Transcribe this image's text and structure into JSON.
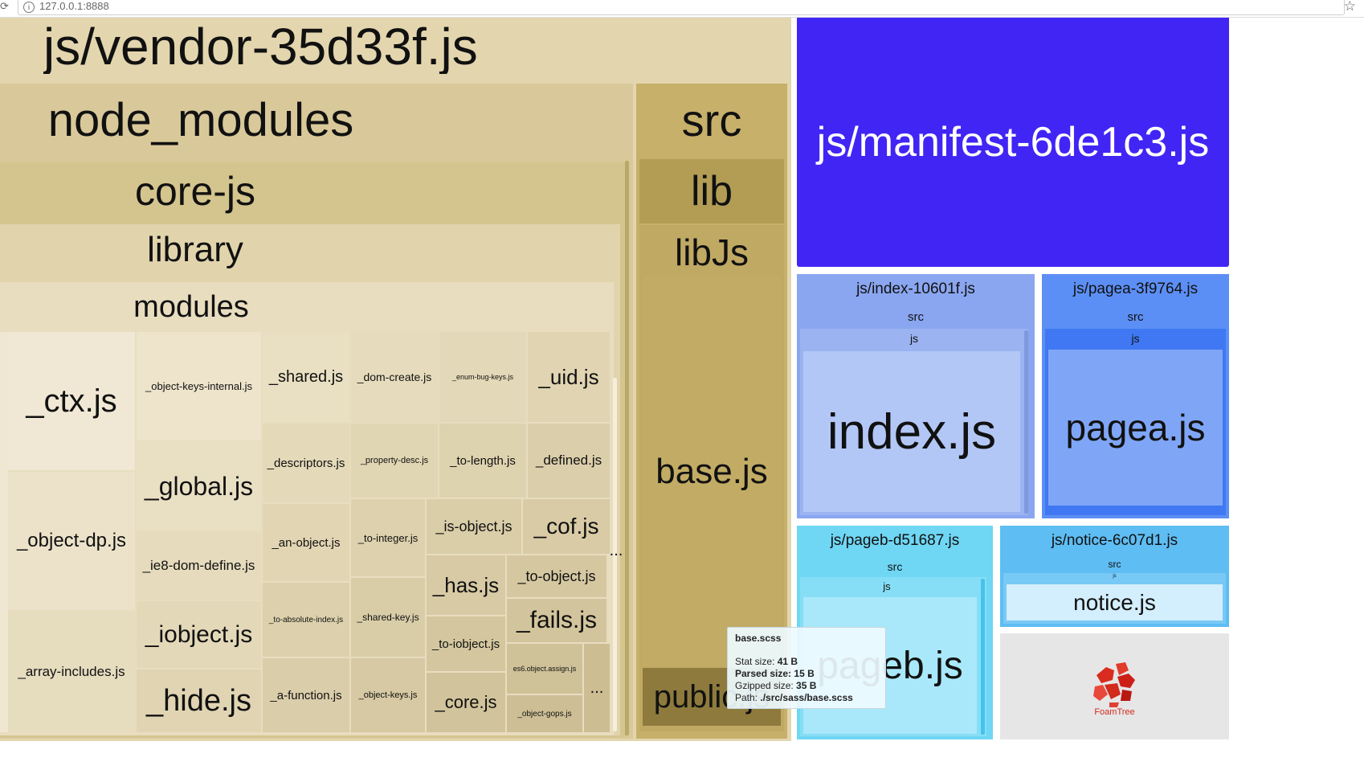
{
  "browser": {
    "url": "127.0.0.1:8888"
  },
  "vendor": {
    "title": "js/vendor-35d33f.js",
    "node_modules": "node_modules",
    "core_js": "core-js",
    "library": "library",
    "modules": "modules",
    "files": {
      "ctx": "_ctx.js",
      "object_dp": "_object-dp.js",
      "array_includes": "_array-includes.js",
      "object_keys_internal": "_object-keys-internal.js",
      "global": "_global.js",
      "ie8_dom_define": "_ie8-dom-define.js",
      "iobject": "_iobject.js",
      "hide": "_hide.js",
      "shared": "_shared.js",
      "descriptors": "_descriptors.js",
      "an_object": "_an-object.js",
      "to_absolute_index": "_to-absolute-index.js",
      "a_function": "_a-function.js",
      "dom_create": "_dom-create.js",
      "property_desc": "_property-desc.js",
      "to_integer": "_to-integer.js",
      "shared_key": "_shared-key.js",
      "object_keys": "_object-keys.js",
      "enum_bug_keys": "_enum-bug-keys.js",
      "to_length": "_to-length.js",
      "is_object": "_is-object.js",
      "has": "_has.js",
      "to_iobject": "_to-iobject.js",
      "core": "_core.js",
      "uid": "_uid.js",
      "defined": "_defined.js",
      "cof": "_cof.js",
      "to_object": "_to-object.js",
      "fails": "_fails.js",
      "es6_object_assign": "es6.object.assign.js",
      "object_gops": "_object-gops.js"
    },
    "ellipsis": "..."
  },
  "src_column": {
    "src": "src",
    "lib": "lib",
    "libJs": "libJs",
    "base": "base.js",
    "public": "public.js"
  },
  "manifest": {
    "title": "js/manifest-6de1c3.js"
  },
  "index_bundle": {
    "title": "js/index-10601f.js",
    "src": "src",
    "js": "js",
    "file": "index.js"
  },
  "pagea_bundle": {
    "title": "js/pagea-3f9764.js",
    "src": "src",
    "js": "js",
    "file": "pagea.js"
  },
  "pageb_bundle": {
    "title": "js/pageb-d51687.js",
    "src": "src",
    "js": "js",
    "file": "pageb.js"
  },
  "notice_bundle": {
    "title": "js/notice-6c07d1.js",
    "src": "src",
    "js": "js",
    "file": "notice.js"
  },
  "foamtree": {
    "label": "FoamTree"
  },
  "tooltip": {
    "title": "base.scss",
    "stat_label": "Stat size:",
    "stat_value": "41 B",
    "parsed_label": "Parsed size:",
    "parsed_value": "15 B",
    "gzip_label": "Gzipped size:",
    "gzip_value": "35 B",
    "path_label": "Path:",
    "path_value": "./src/sass/base.scss"
  },
  "colors": {
    "vendor_bg": "#e3d6ae",
    "node_modules_bg": "#d9c99a",
    "core_js_bg": "#d4c48e",
    "library_bg": "#e1d4ac",
    "modules_bg": "#e8ddbf",
    "src_bg": "#c6b06a",
    "lib_bg": "#b39d55",
    "manifest_bg": "#4125f5",
    "index_bg": "#8aa6f0",
    "pagea_bg": "#5c8ff5",
    "pageb_bg": "#6fd6f4",
    "notice_bg": "#5ebdf3"
  }
}
